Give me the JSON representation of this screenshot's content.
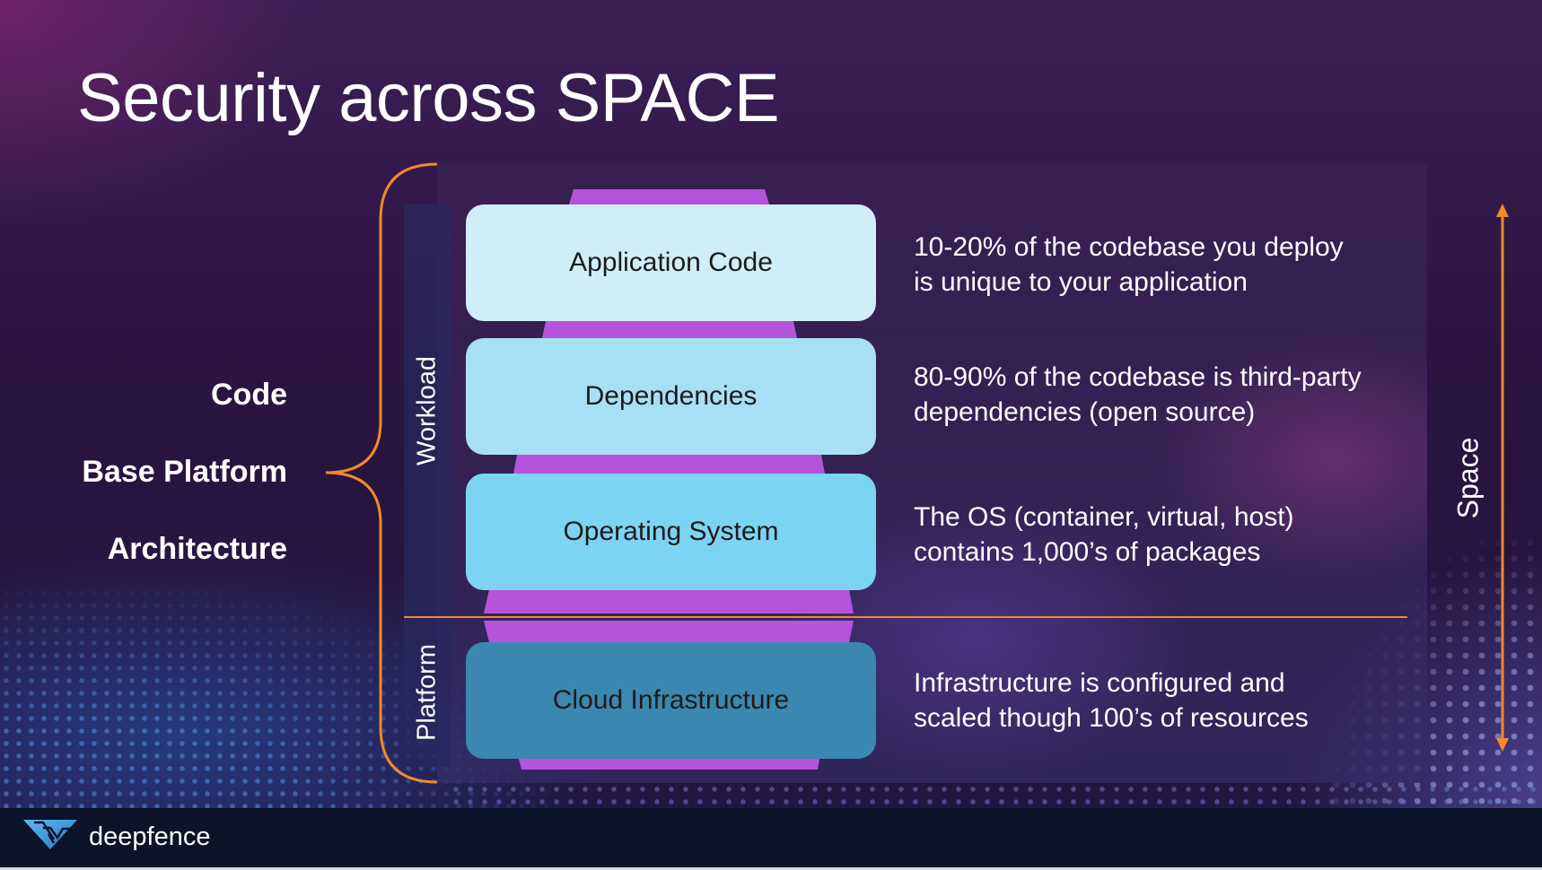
{
  "slide": {
    "title": "Security across SPACE"
  },
  "left_labels": [
    {
      "text": "Code"
    },
    {
      "text": "Base Platform"
    },
    {
      "text": "Architecture"
    }
  ],
  "groups": {
    "workload": "Workload",
    "platform": "Platform"
  },
  "layers": [
    {
      "label": "Application Code",
      "color": "#d0eefa",
      "description": [
        "10-20% of the codebase you deploy",
        "is unique to your application"
      ]
    },
    {
      "label": "Dependencies",
      "color": "#a7e0f5",
      "description": [
        "80-90% of the codebase is third-party",
        "dependencies (open source)"
      ]
    },
    {
      "label": "Operating System",
      "color": "#7dd3f2",
      "description": [
        "The OS (container, virtual, host)",
        "contains 1,000’s of packages"
      ]
    },
    {
      "label": "Cloud Infrastructure",
      "color": "#3a88b0",
      "description": [
        "Infrastructure is configured and",
        "scaled though 100’s of resources"
      ]
    }
  ],
  "axis": {
    "label": "Space"
  },
  "colors": {
    "accent_orange": "#f08a2a",
    "connector_purple": "#b653db"
  },
  "footer": {
    "brand": "deepfence"
  }
}
